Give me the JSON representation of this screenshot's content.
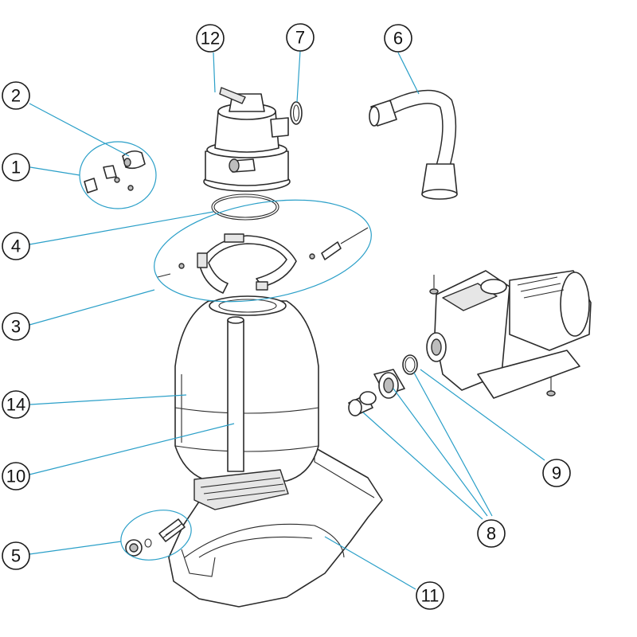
{
  "callouts": [
    {
      "number": "1"
    },
    {
      "number": "2"
    },
    {
      "number": "3"
    },
    {
      "number": "4"
    },
    {
      "number": "5"
    },
    {
      "number": "6"
    },
    {
      "number": "7"
    },
    {
      "number": "8"
    },
    {
      "number": "9"
    },
    {
      "number": "10"
    },
    {
      "number": "11"
    },
    {
      "number": "12"
    },
    {
      "number": "14"
    }
  ],
  "colors": {
    "leader_line": "#2a9fc8",
    "outline": "#2b2b2b",
    "background": "#ffffff"
  }
}
